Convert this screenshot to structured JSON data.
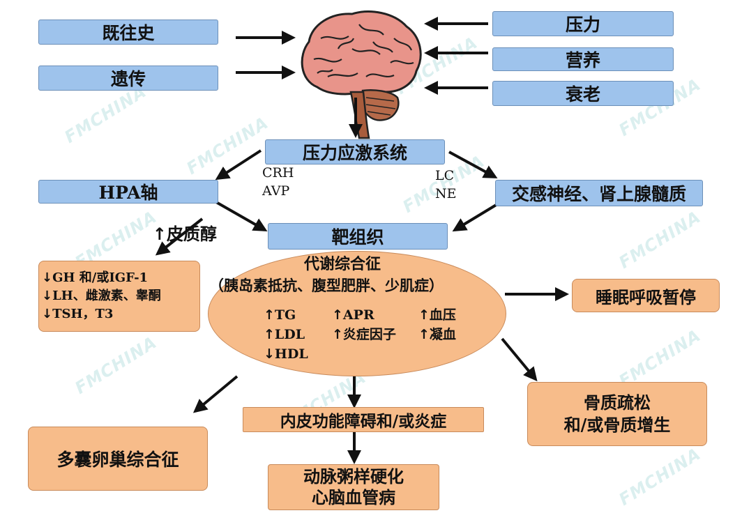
{
  "watermark": "FMCHINA",
  "factors_left": [
    "既往史",
    "遗传"
  ],
  "factors_right": [
    "压力",
    "营养",
    "衰老"
  ],
  "stress_system": "压力应激系统",
  "hpa": "HPA轴",
  "hpa_signals": [
    "CRH",
    "AVP"
  ],
  "sympathetic": "交感神经、肾上腺髓质",
  "symp_signals": [
    "LC",
    "NE"
  ],
  "cortisol": "皮质醇",
  "target": "靶组织",
  "hormones": [
    "GH 和/或IGF-1",
    "LH、雌激素、睾酮",
    "TSH，T3"
  ],
  "metabolic": {
    "title": "代谢综合征",
    "subtitle": "（胰岛素抵抗、腹型肥胖、少肌症）",
    "col1": [
      "TG",
      "LDL",
      "HDL"
    ],
    "col2": [
      "APR",
      "炎症因子"
    ],
    "col3": [
      "血压",
      "凝血"
    ]
  },
  "sleep_apnea": "睡眠呼吸暂停",
  "osteo": [
    "骨质疏松",
    "和/或骨质增生"
  ],
  "pcos": "多囊卵巢综合征",
  "endothelial": "内皮功能障碍和/或炎症",
  "atherosclerosis": [
    "动脉粥样硬化",
    "心脑血管病"
  ],
  "arrow_up": "↑",
  "arrow_down": "↓"
}
